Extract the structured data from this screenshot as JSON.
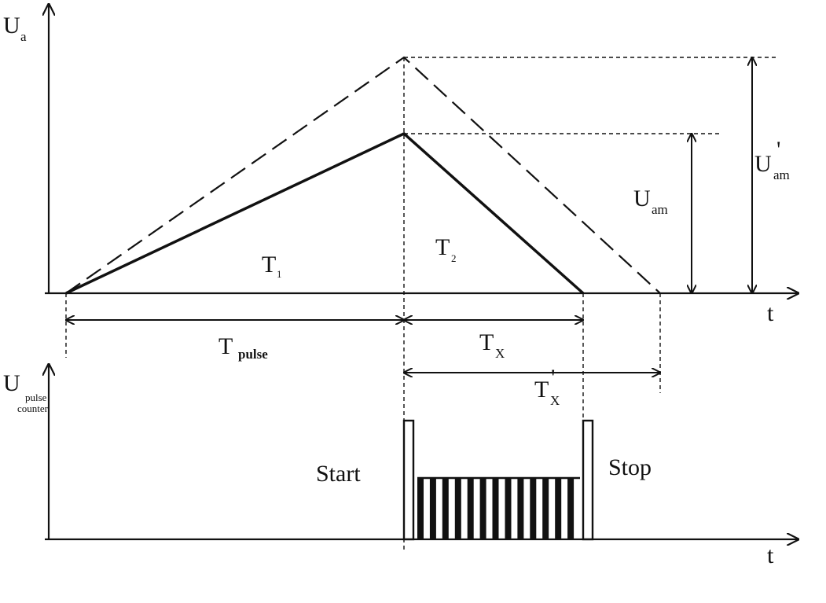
{
  "top_axis": {
    "y_label_main": "U",
    "y_label_sub": "a",
    "x_label": "t"
  },
  "bottom_axis": {
    "y_label_main": "U",
    "y_label_sub_1": "pulse",
    "y_label_sub_2": "counter",
    "x_label": "t"
  },
  "labels": {
    "t1_main": "T",
    "t1_sub": "1",
    "t2_main": "T",
    "t2_sub": "2",
    "tpulse_main": "T",
    "tpulse_sub": "pulse",
    "tx_main": "T",
    "tx_sub": "X",
    "tx_prime_main": "T",
    "tx_prime_sub": "X",
    "tx_prime_mark": "'",
    "uam_main": "U",
    "uam_sub": "am",
    "uam_prime_main": "U",
    "uam_prime_sub": "am",
    "uam_prime_mark": "'",
    "start": "Start",
    "stop": "Stop"
  },
  "counter_pulses": 13,
  "colors": {
    "ink": "#111111",
    "background": "#ffffff"
  }
}
